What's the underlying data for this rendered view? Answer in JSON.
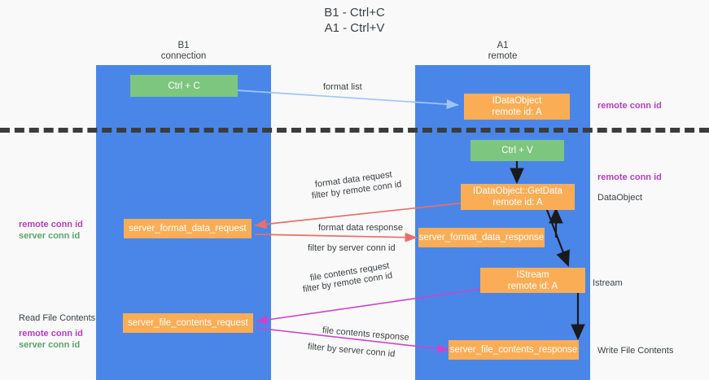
{
  "title": {
    "line1": "B1 - Ctrl+C",
    "line2": "A1 - Ctrl+V"
  },
  "lanes": [
    {
      "id": "b1",
      "name": "B1",
      "sub": "connection",
      "color": "#4a86e8"
    },
    {
      "id": "a1",
      "name": "A1",
      "sub": "remote",
      "color": "#4a86e8"
    }
  ],
  "nodes": {
    "ctrl_c": {
      "line1": "Ctrl + C",
      "line2": "",
      "color": "#7dc67f"
    },
    "idataobject": {
      "line1": "IDataObject",
      "line2": "remote id: A",
      "color": "#fbad55"
    },
    "ctrl_v": {
      "line1": "Ctrl + V",
      "line2": "",
      "color": "#7dc67f"
    },
    "getdata": {
      "line1": "IDataObject::GetData",
      "line2": "remote id: A",
      "color": "#fbad55"
    },
    "fmt_req": {
      "line1": "server_format_data_request",
      "line2": "",
      "color": "#fbad55"
    },
    "fmt_resp": {
      "line1": "server_format_data_response",
      "line2": "",
      "color": "#fbad55"
    },
    "istream": {
      "line1": "IStream",
      "line2": "remote id: A",
      "color": "#fbad55"
    },
    "file_req": {
      "line1": "server_file_contents_request",
      "line2": "",
      "color": "#fbad55"
    },
    "file_resp": {
      "line1": "server_file_contents_response",
      "line2": "",
      "color": "#fbad55"
    }
  },
  "edge_labels": {
    "format_list": "format list",
    "fmt_data_request": "format data request",
    "fmt_data_request_filter_prefix": "filter by ",
    "fmt_data_request_filter_key": "remote conn id",
    "fmt_data_response": "format data response",
    "fmt_data_response_filter_prefix": "filter by ",
    "fmt_data_response_filter_key": "server conn id",
    "file_contents_request": "file contents request",
    "file_contents_request_filter_prefix": "filter by ",
    "file_contents_request_filter_key": "remote conn id",
    "file_contents_response": "file contents response",
    "file_contents_response_filter_prefix": "filter by ",
    "file_contents_response_filter_key": "server conn id"
  },
  "side_labels": {
    "right_remote_conn_id_top": "remote conn id",
    "right_remote_conn_id_mid": "remote conn id",
    "right_dataobject": "DataObject",
    "right_istream": "Istream",
    "right_write_file_contents": "Write File Contents",
    "left_remote_conn_id": "remote conn id",
    "left_server_conn_id": "server conn id",
    "left_read_file_contents": "Read File Contents",
    "left_remote_conn_id_2": "remote conn id",
    "left_server_conn_id_2": "server conn id"
  },
  "colors": {
    "lane": "#4a86e8",
    "green_node": "#7dc67f",
    "orange_node": "#fbad55",
    "purple_text": "#b23ebd",
    "green_text": "#5aa469",
    "blue_arrow": "#9fc5f8",
    "red_arrow": "#e8706a",
    "magenta_arrow": "#cc44cc",
    "black_arrow": "#1a1a1a",
    "divider": "#3c3c3c",
    "background": "#f9f9f9"
  }
}
